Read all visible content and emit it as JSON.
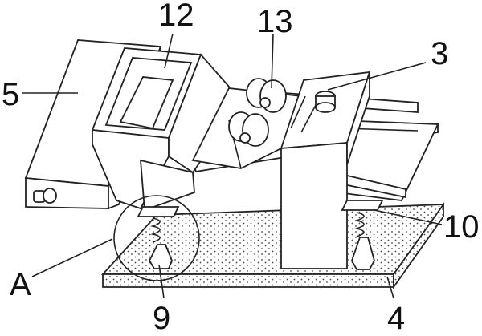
{
  "labels": {
    "l12": "12",
    "l13": "13",
    "l3": "3",
    "l5": "5",
    "l10": "10",
    "lA": "A",
    "l9": "9",
    "l4": "4"
  },
  "colors": {
    "stroke": "#222222",
    "fill": "#ffffff",
    "background": "#ffffff"
  }
}
